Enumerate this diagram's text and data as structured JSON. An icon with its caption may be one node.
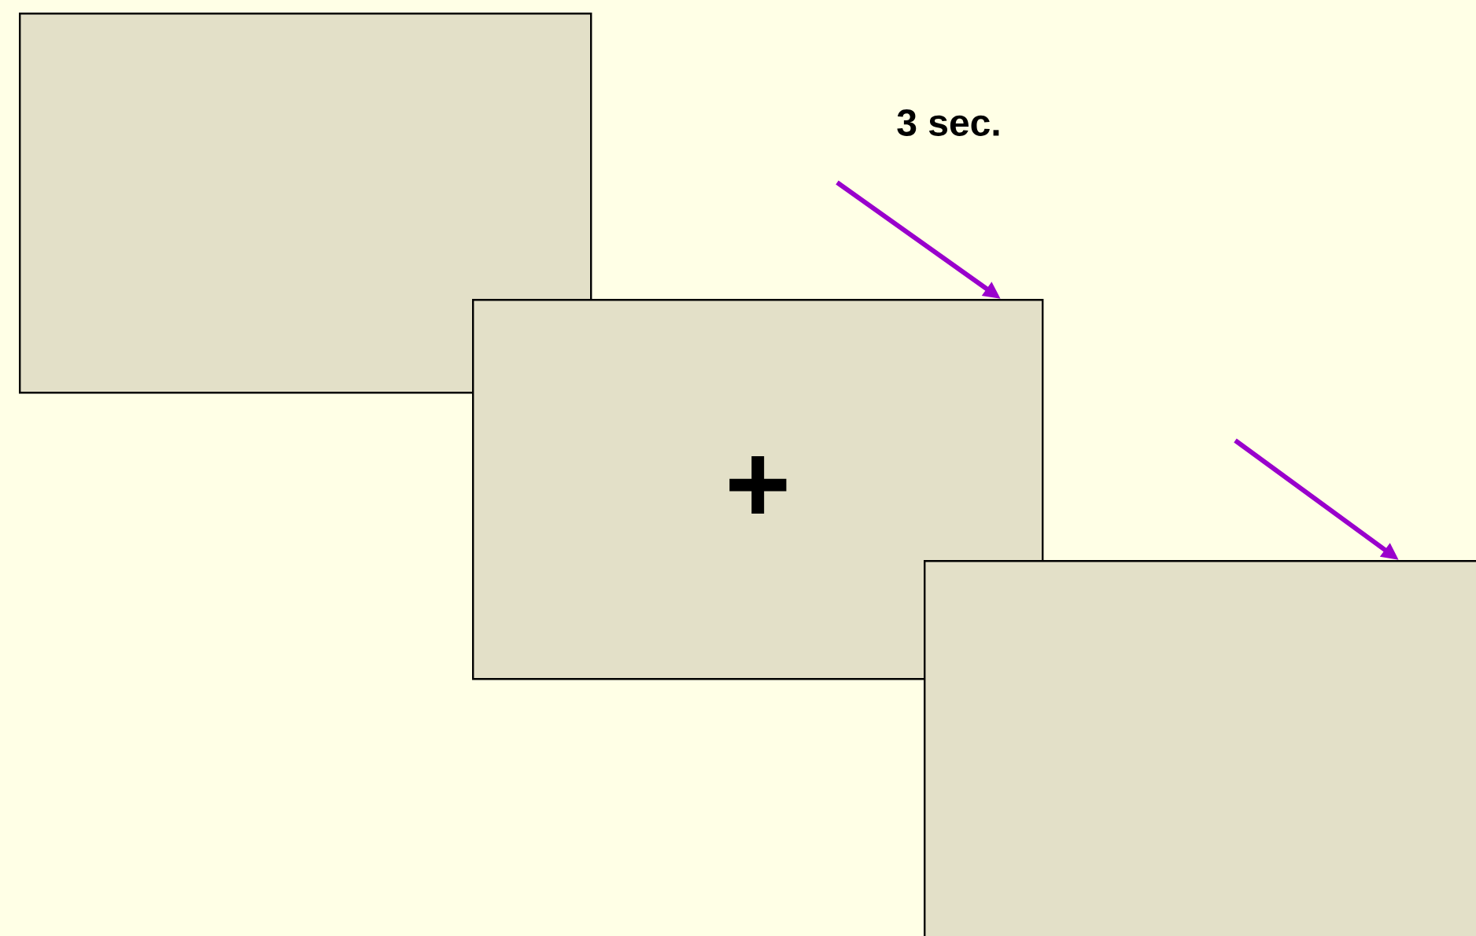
{
  "diagram": {
    "nodes": [
      {
        "text": [],
        "shape": "box"
      },
      {
        "text": [
          "+"
        ]
      },
      {
        "text": [],
        "shape": "box"
      }
    ],
    "edges": [
      {
        "from": null,
        "to": 1,
        "arrow": "to",
        "label": "3 sec."
      },
      {
        "from": null,
        "to": 2,
        "arrow": "to"
      }
    ]
  }
}
